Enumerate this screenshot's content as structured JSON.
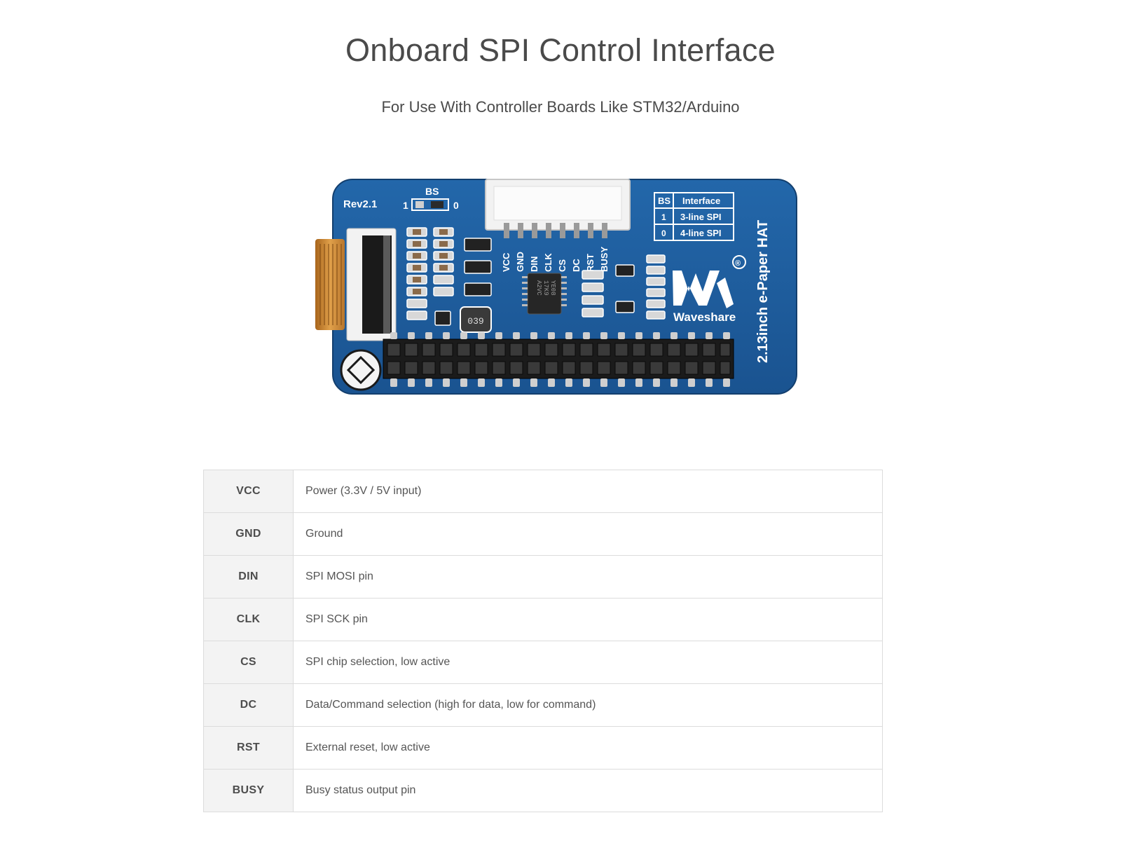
{
  "header": {
    "title": "Onboard SPI Control Interface",
    "subtitle": "For Use With Controller Boards Like STM32/Arduino"
  },
  "board": {
    "rev_label": "Rev2.1",
    "bs_label": "BS",
    "bs_one": "1",
    "bs_zero": "0",
    "pin_labels": [
      "VCC",
      "GND",
      "DIN",
      "CLK",
      "CS",
      "DC",
      "RST",
      "BUSY"
    ],
    "bs_table": {
      "header_bs": "BS",
      "header_interface": "Interface",
      "rows": [
        {
          "bs": "1",
          "interface": "3-line SPI"
        },
        {
          "bs": "0",
          "interface": "4-line SPI"
        }
      ]
    },
    "brand": "Waveshare",
    "registered": "®",
    "product_name": "2.13inch e-Paper HAT",
    "ic_marking": [
      "YE08",
      "17K9",
      "A2VC"
    ],
    "inductor_marking": "039",
    "colors": {
      "pcb": "#1f5f9e",
      "pcb_dark": "#184d85",
      "silk": "#ffffff",
      "header": "#1b1b1b",
      "pad": "#d9d9d9",
      "ffc": "#c9862c"
    }
  },
  "pins": {
    "rows": [
      {
        "name": "VCC",
        "desc": "Power (3.3V / 5V input)"
      },
      {
        "name": "GND",
        "desc": "Ground"
      },
      {
        "name": "DIN",
        "desc": "SPI MOSI pin"
      },
      {
        "name": "CLK",
        "desc": "SPI SCK pin"
      },
      {
        "name": "CS",
        "desc": "SPI chip selection, low active"
      },
      {
        "name": "DC",
        "desc": "Data/Command selection (high for data, low for command)"
      },
      {
        "name": "RST",
        "desc": "External reset, low active"
      },
      {
        "name": "BUSY",
        "desc": "Busy status output pin"
      }
    ]
  }
}
